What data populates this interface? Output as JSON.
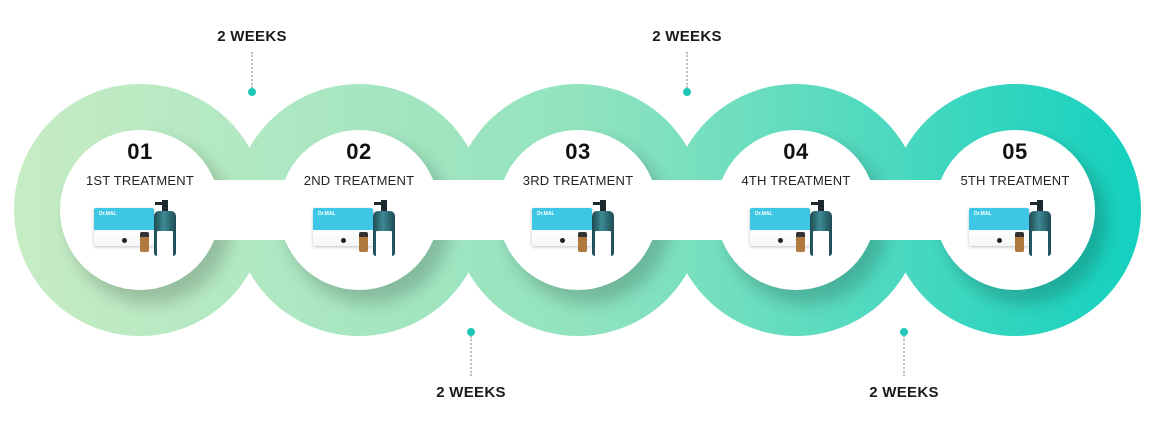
{
  "steps": [
    {
      "number": "01",
      "label": "1ST TREATMENT",
      "brand": "Dr.MAL"
    },
    {
      "number": "02",
      "label": "2ND TREATMENT",
      "brand": "Dr.MAL"
    },
    {
      "number": "03",
      "label": "3RD TREATMENT",
      "brand": "Dr.MAL"
    },
    {
      "number": "04",
      "label": "4TH TREATMENT",
      "brand": "Dr.MAL"
    },
    {
      "number": "05",
      "label": "5TH TREATMENT",
      "brand": "Dr.MAL"
    }
  ],
  "intervals": [
    {
      "label": "2 WEEKS",
      "position": "top"
    },
    {
      "label": "2 WEEKS",
      "position": "bottom"
    },
    {
      "label": "2 WEEKS",
      "position": "top"
    },
    {
      "label": "2 WEEKS",
      "position": "bottom"
    }
  ],
  "colors": {
    "gradient_start": "#c8ecc4",
    "gradient_mid": "#92e3bf",
    "gradient_end": "#0fd0bf",
    "connector_dot": "#1fc8b6",
    "product_box": "#3ec7e4",
    "bottle": "#2b6b74"
  },
  "icons": [
    "product-box-icon",
    "vial-icon",
    "pump-bottle-icon"
  ]
}
